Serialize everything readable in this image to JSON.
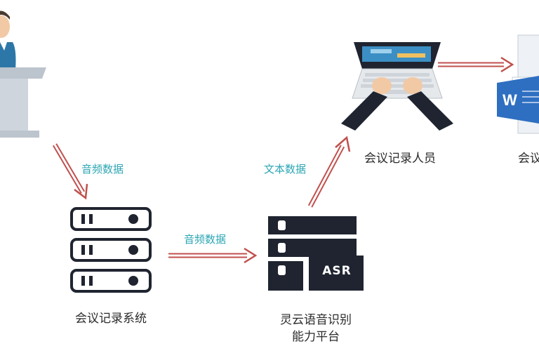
{
  "diagram": {
    "nodes": {
      "meeting_system": {
        "label": "会议记录系统"
      },
      "asr_platform": {
        "label_line1": "灵云语音识别",
        "label_line2": "能力平台",
        "badge": "ASR"
      },
      "recorder": {
        "label": "会议记录人员"
      },
      "document": {
        "label_partial": "会议"
      }
    },
    "edges": {
      "speaker_to_system": {
        "label": "音频数据"
      },
      "system_to_asr": {
        "label": "音频数据"
      },
      "asr_to_recorder": {
        "label": "文本数据"
      }
    },
    "colors": {
      "arrow_stroke": "#c0504d",
      "flow_label": "#2ba6b3",
      "server_dark": "#1f2430",
      "speaker_shirt": "#2d77a8",
      "podium": "#cfd5dc"
    }
  }
}
